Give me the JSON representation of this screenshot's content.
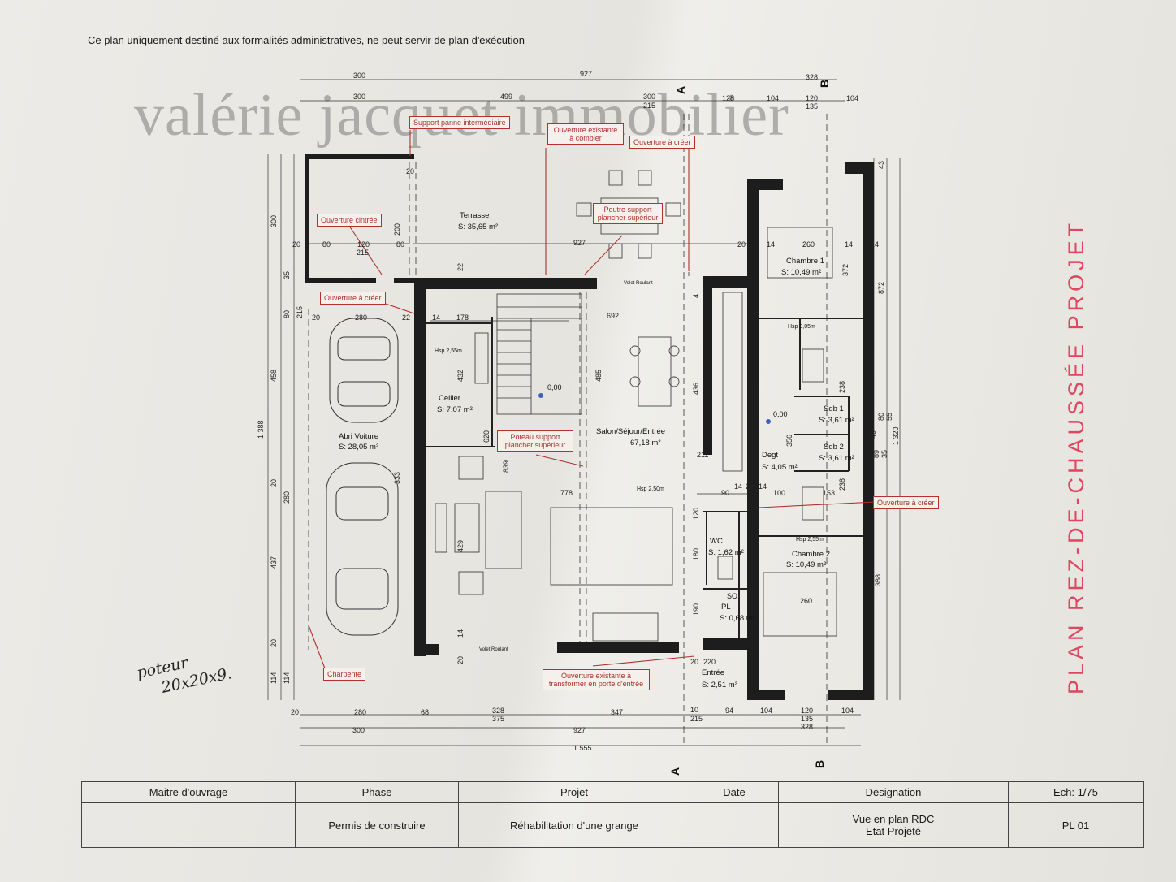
{
  "notice": "Ce plan uniquement destiné aux formalités administratives, ne peut servir de plan d'exécution",
  "watermark": "valérie jacquet immobilier",
  "side_title": "PLAN REZ-DE-CHAUSSÉE PROJET",
  "handwriting": {
    "line1": "poteur",
    "line2": "20x20x9."
  },
  "rooms": {
    "terrasse": {
      "name": "Terrasse",
      "area": "S: 35,65 m²"
    },
    "abri": {
      "name": "Abri Voiture",
      "area": "S: 28,05 m²"
    },
    "cellier": {
      "name": "Cellier",
      "area": "S: 7,07 m²"
    },
    "salon": {
      "name": "Salon/Séjour/Entrée",
      "area": "67,18 m²"
    },
    "chambre1": {
      "name": "Chambre 1",
      "area": "S: 10,49 m²"
    },
    "chambre2": {
      "name": "Chambre 2",
      "area": "S: 10,49 m²"
    },
    "sdb1": {
      "name": "Sdb 1",
      "area": "S: 3,61 m²"
    },
    "sdb2": {
      "name": "Sdb 2",
      "area": "S: 3,61 m²"
    },
    "degt": {
      "name": "Degt",
      "area": "S: 4,05 m²"
    },
    "wc": {
      "name": "WC",
      "area": "S: 1,62 m²"
    },
    "pl": {
      "name": "PL",
      "area": "S: 0,68 m²"
    },
    "entree": {
      "name": "Entrée",
      "area": "S: 2,51 m²"
    }
  },
  "misc_labels": {
    "volet1": "Volet Roulant",
    "volet2": "Volet Roulant",
    "hsp_cellier": "Hsp 2,55m",
    "hsp_salon": "Hsp 2,50m",
    "hsp_ch1": "Hsp 3,05m",
    "hsp_ch2": "Hsp 2,55m",
    "level1": "0,00",
    "level2": "0,00",
    "bed1": "260",
    "bed2": "260",
    "so": "SO"
  },
  "annotations": {
    "support_panne": "Support panne intermédiaire",
    "ouverture_existante_combler": "Ouverture existante à combler",
    "ouverture_creer_top": "Ouverture à créer",
    "poutre_support": "Poutre support plancher supérieur",
    "ouverture_cintree": "Ouverture cintrée",
    "ouverture_creer_left": "Ouverture à créer",
    "poteau_support": "Poteau support plancher supérieur",
    "ouverture_creer_right": "Ouverture à créer",
    "charpente": "Charpente",
    "ouverture_porte_entree": "Ouverture existante à transformer en porte d'entrée"
  },
  "dimensions": {
    "top": [
      "300",
      "927",
      "328",
      "300",
      "499",
      "300",
      "215",
      "128",
      "104",
      "120",
      "135",
      "104"
    ],
    "bottom": [
      "20",
      "280",
      "68",
      "328",
      "375",
      "347",
      "10",
      "215",
      "94",
      "104",
      "120",
      "135",
      "104",
      "300",
      "927",
      "328",
      "1 555"
    ],
    "left": [
      "300",
      "35",
      "80",
      "215",
      "458",
      "1 388",
      "20",
      "280",
      "437",
      "20",
      "114",
      "114"
    ],
    "right": [
      "43",
      "872",
      "80",
      "55",
      "1 320",
      "40",
      "89",
      "35"
    ],
    "interior": [
      "20",
      "80",
      "120",
      "80",
      "20",
      "215",
      "200",
      "927",
      "22",
      "14",
      "178",
      "20",
      "280",
      "22",
      "692",
      "14",
      "432",
      "485",
      "436",
      "211",
      "778",
      "90",
      "14",
      "22",
      "14",
      "100",
      "120",
      "180",
      "190",
      "20",
      "220",
      "333",
      "429",
      "620",
      "839",
      "14",
      "20",
      "372",
      "238",
      "238",
      "356",
      "153",
      "388",
      "14",
      "14",
      "14",
      "20"
    ]
  },
  "section_marks": {
    "a": "A",
    "b": "B"
  },
  "cartouche": {
    "headers": [
      "Maitre d'ouvrage",
      "Phase",
      "Projet",
      "Date",
      "Designation",
      "Ech: 1/75"
    ],
    "values": [
      "",
      "Permis de construire",
      "Réhabilitation d'une grange",
      "",
      "Vue en plan RDC",
      "PL 01"
    ],
    "designation_line2": "Etat Projeté"
  },
  "colors": {
    "annotation": "#b0302c",
    "side_title": "#e0465f",
    "wall": "#1d1d1d",
    "watermark": "#9a9896"
  }
}
